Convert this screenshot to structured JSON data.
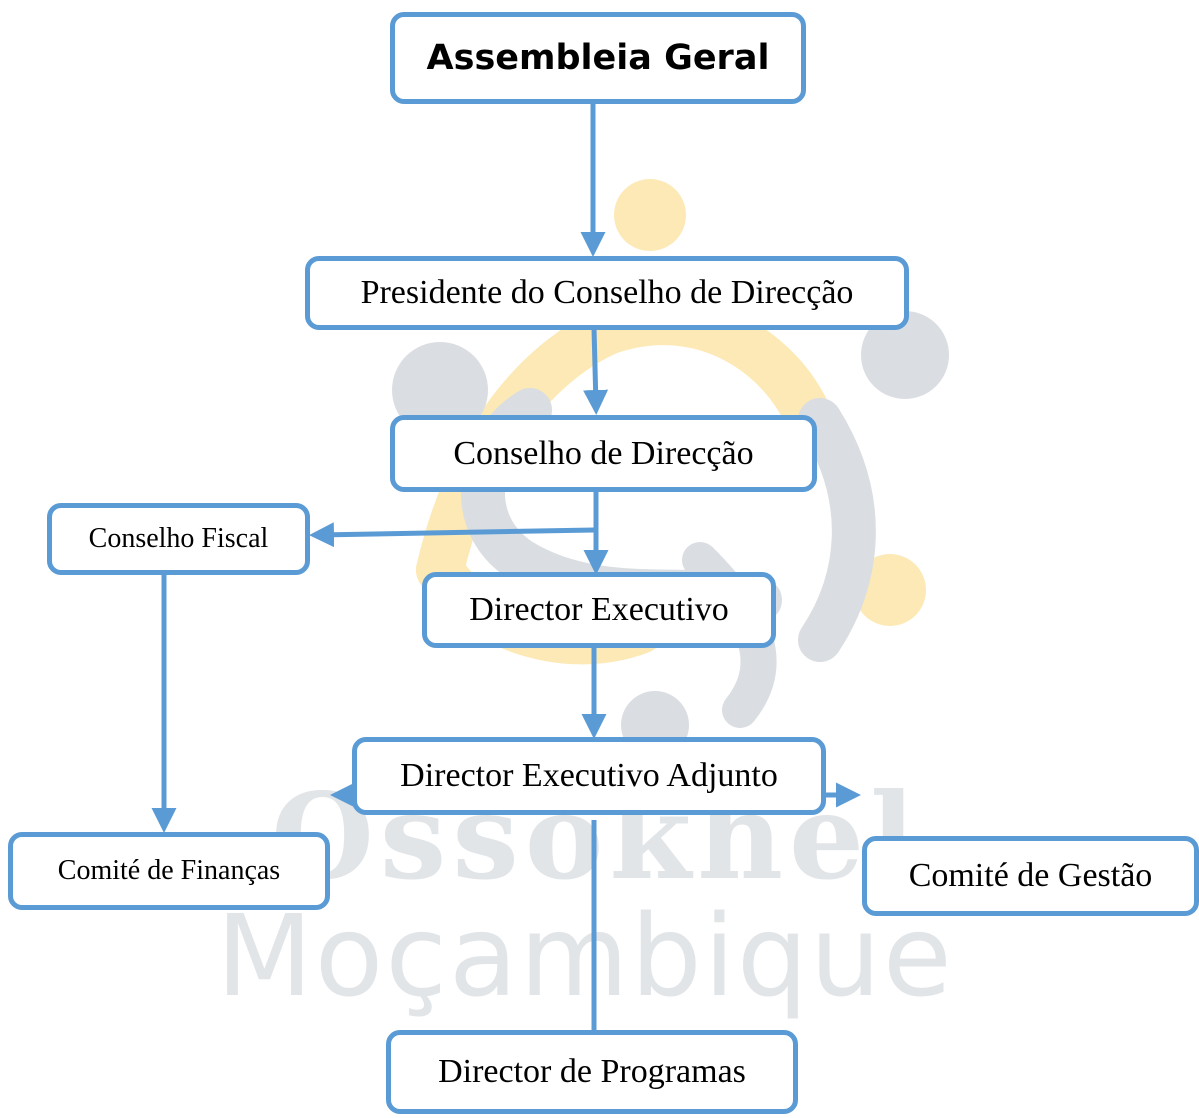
{
  "diagram": {
    "nodes": {
      "assembleia": "Assembleia Geral",
      "presidente": "Presidente do Conselho de Direcção",
      "conselho_direccao": "Conselho de Direcção",
      "conselho_fiscal": "Conselho Fiscal",
      "director_executivo": "Director Executivo",
      "director_adjunto": "Director Executivo Adjunto",
      "comite_financas": "Comité de Finanças",
      "comite_gestao": "Comité de Gestão",
      "director_programas": "Director de Programas"
    },
    "edges": [
      {
        "from": "Assembleia Geral",
        "to": "Presidente do Conselho de Direcção"
      },
      {
        "from": "Presidente do Conselho de Direcção",
        "to": "Conselho de Direcção"
      },
      {
        "from": "Conselho de Direcção",
        "to": "Conselho Fiscal"
      },
      {
        "from": "Conselho de Direcção",
        "to": "Director Executivo"
      },
      {
        "from": "Conselho Fiscal",
        "to": "Comité de Finanças"
      },
      {
        "from": "Director Executivo",
        "to": "Director Executivo Adjunto"
      },
      {
        "from": "Director Executivo Adjunto",
        "to": "Comité de Finanças"
      },
      {
        "from": "Director Executivo Adjunto",
        "to": "Comité de Gestão"
      },
      {
        "from": "Director Executivo Adjunto",
        "to": "Director de Programas"
      }
    ]
  },
  "watermark": {
    "line1": "Ossokhel",
    "line2": "Moçambique"
  },
  "colors": {
    "line": "#5B9BD5",
    "watermark_gray": "#DADDE1",
    "watermark_yellow": "#FCE9B5"
  }
}
